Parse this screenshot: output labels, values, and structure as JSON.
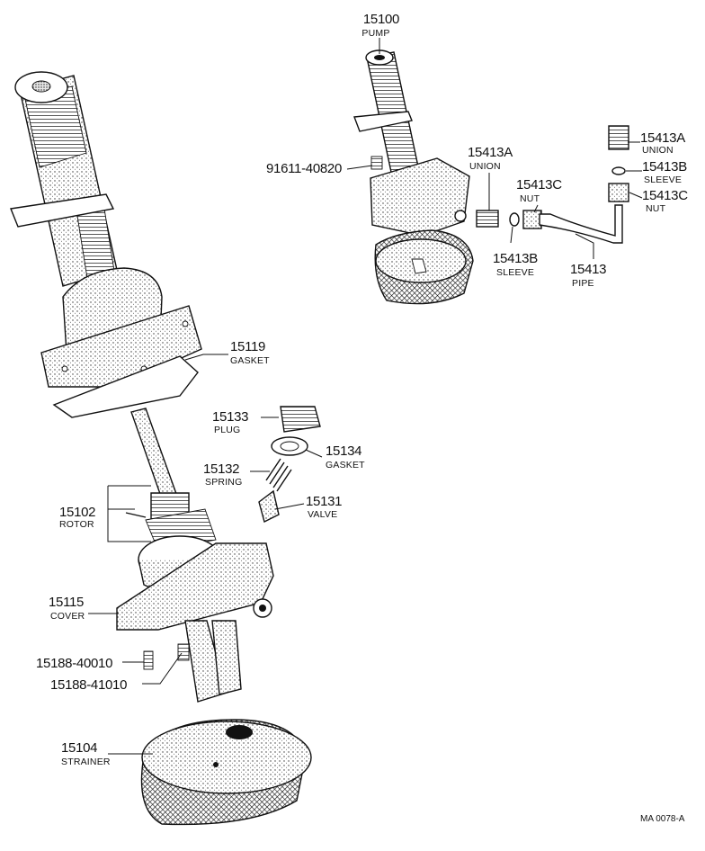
{
  "diagram_code": "MA 0078-A",
  "parts": {
    "p15100": {
      "number": "15100",
      "name": "PUMP"
    },
    "p91611": {
      "number": "91611-40820"
    },
    "p15413A_main": {
      "number": "15413A",
      "name": "UNION"
    },
    "p15413C_main": {
      "number": "15413C",
      "name": "NUT"
    },
    "p15413B_main": {
      "number": "15413B",
      "name": "SLEEVE"
    },
    "p15413": {
      "number": "15413",
      "name": "PIPE"
    },
    "p15413A_side": {
      "number": "15413A",
      "name": "UNION"
    },
    "p15413B_side": {
      "number": "15413B",
      "name": "SLEEVE"
    },
    "p15413C_side": {
      "number": "15413C",
      "name": "NUT"
    },
    "p15119": {
      "number": "15119",
      "name": "GASKET"
    },
    "p15133": {
      "number": "15133",
      "name": "PLUG"
    },
    "p15134": {
      "number": "15134",
      "name": "GASKET"
    },
    "p15132": {
      "number": "15132",
      "name": "SPRING"
    },
    "p15131": {
      "number": "15131",
      "name": "VALVE"
    },
    "p15102": {
      "number": "15102",
      "name": "ROTOR"
    },
    "p15115": {
      "number": "15115",
      "name": "COVER"
    },
    "p15188a": {
      "number": "15188-40010"
    },
    "p15188b": {
      "number": "15188-41010"
    },
    "p15104": {
      "number": "15104",
      "name": "STRAINER"
    }
  }
}
